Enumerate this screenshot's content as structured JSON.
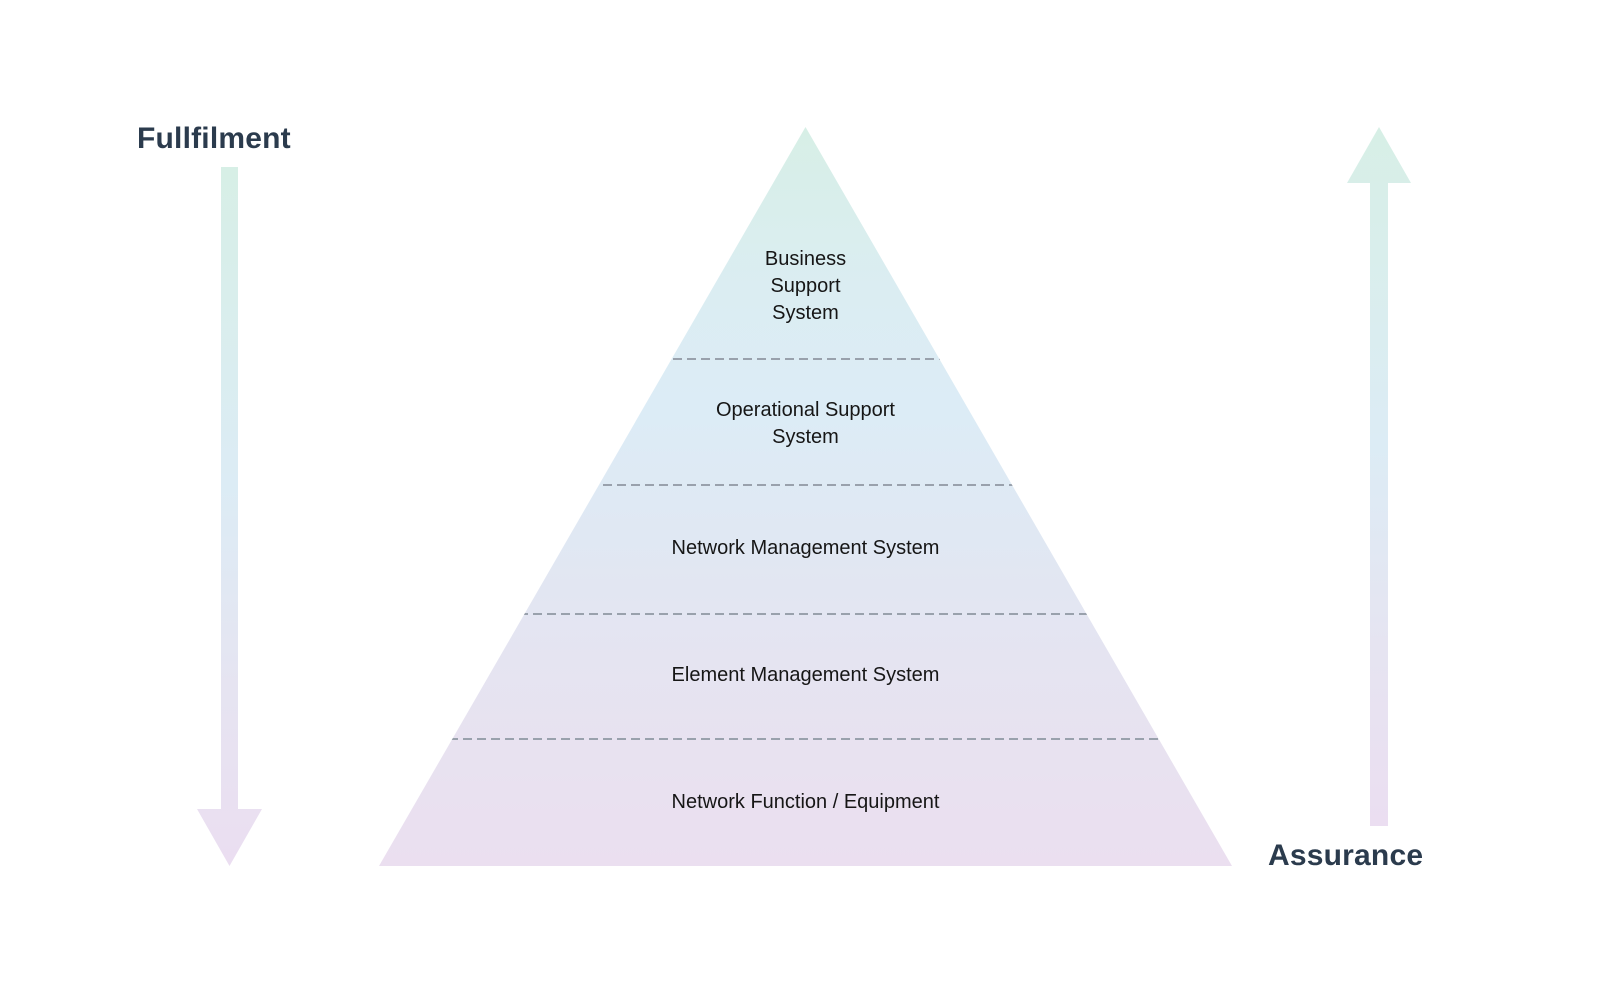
{
  "diagram": {
    "type": "pyramid",
    "left_axis_label": "Fullfilment",
    "left_axis_direction": "down",
    "right_axis_label": "Assurance",
    "right_axis_direction": "up",
    "pyramid": {
      "layers": [
        {
          "label": "Business\nSupport\nSystem"
        },
        {
          "label": "Operational Support\nSystem"
        },
        {
          "label": "Network Management System"
        },
        {
          "label": "Element Management System"
        },
        {
          "label": "Network Function / Equipment"
        }
      ]
    },
    "colors": {
      "gradient_top_mint": "#d7efe6",
      "gradient_mid_blue": "#dcecf5",
      "gradient_bottom_lavender": "#ebdef1",
      "divider_gray": "#99a1ac",
      "label_navy": "#2b3b4d",
      "layer_text": "#161616",
      "background": "#ffffff"
    }
  }
}
